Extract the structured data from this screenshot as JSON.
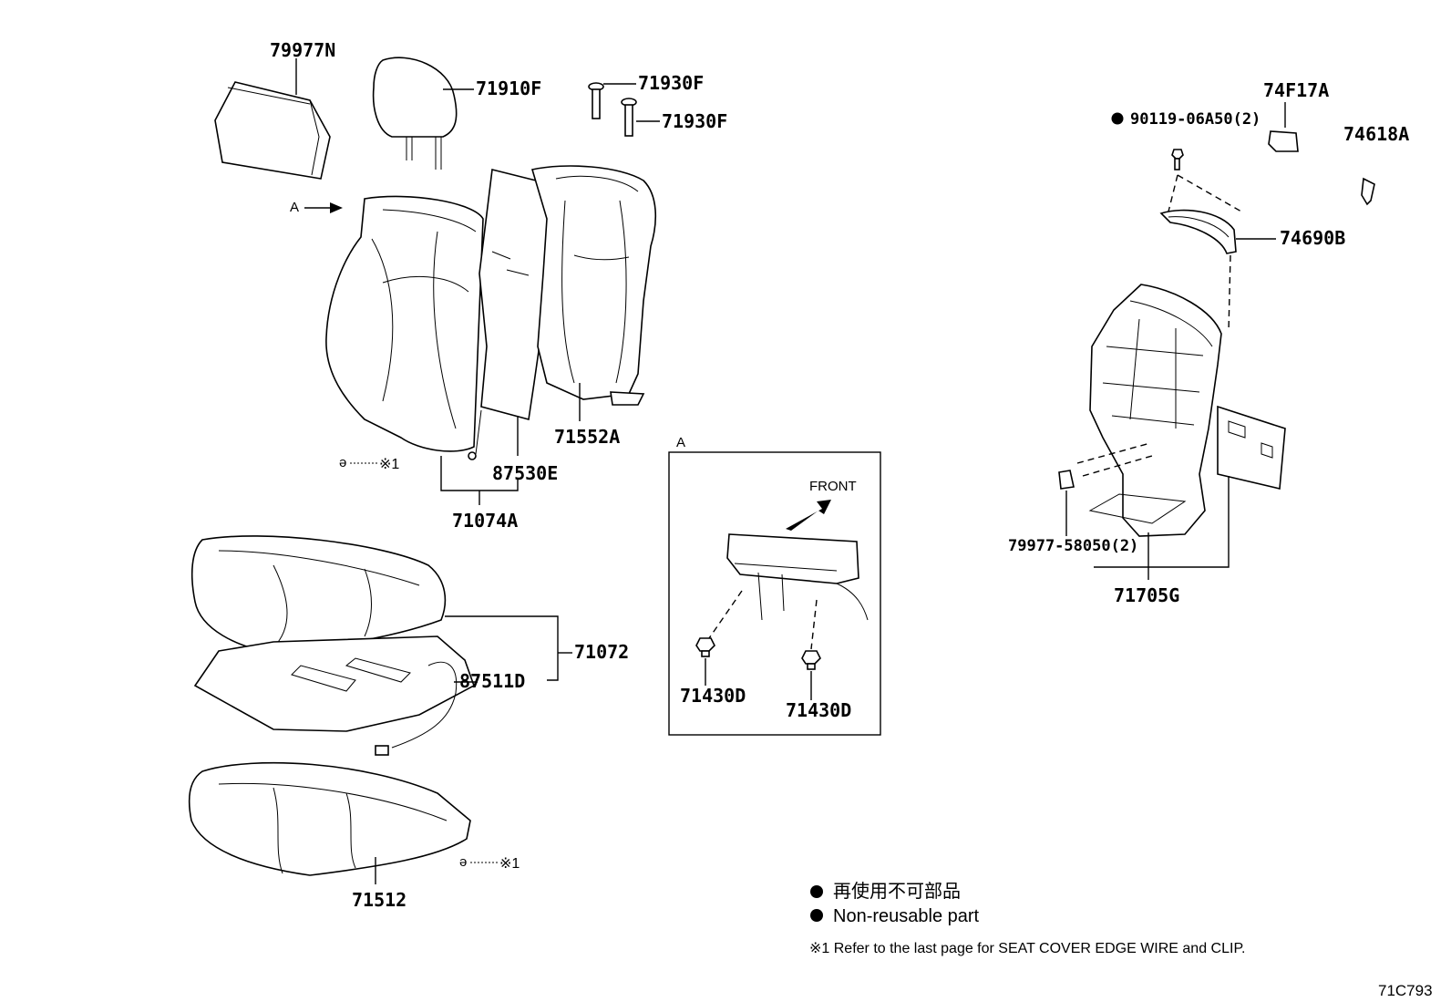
{
  "parts": {
    "p79977N": "79977N",
    "p71910F": "71910F",
    "p71930F_a": "71930F",
    "p71930F_b": "71930F",
    "p71552A": "71552A",
    "p87530E": "87530E",
    "p71074A": "71074A",
    "p71072": "71072",
    "p87511D": "87511D",
    "p71512": "71512",
    "p71430D_a": "71430D",
    "p71430D_b": "71430D",
    "p90119": "90119-06A50(2)",
    "p74F17A": "74F17A",
    "p74618A": "74618A",
    "p74690B": "74690B",
    "p79977_58050": "79977-58050(2)",
    "p71705G": "71705G"
  },
  "marks": {
    "view_a": "A",
    "inset_a": "A",
    "front": "FRONT",
    "ref1_a": "※1",
    "ref1_b": "※1"
  },
  "legend": {
    "non_reusable_ja": "再使用不可部品",
    "non_reusable_en": "Non-reusable part",
    "note_ref1": "※1 Refer to the last page for SEAT COVER EDGE WIRE and CLIP."
  },
  "figure_code": "71C793"
}
